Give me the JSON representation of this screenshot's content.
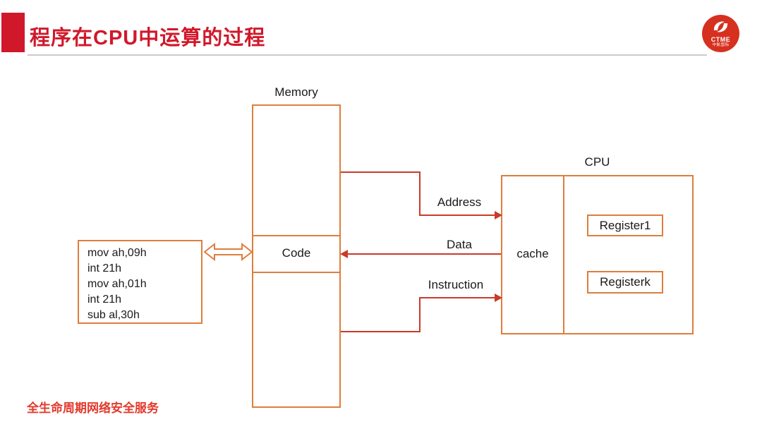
{
  "header": {
    "title": "程序在CPU中运算的过程",
    "logo": {
      "brand": "CTME",
      "subtext": "中航国际"
    }
  },
  "diagram": {
    "memory": {
      "label": "Memory",
      "code_label": "Code"
    },
    "program": {
      "lines": [
        "mov ah,09h",
        "int 21h",
        "mov ah,01h",
        "int 21h",
        "sub al,30h"
      ]
    },
    "cpu": {
      "label": "CPU",
      "cache_label": "cache",
      "registers": [
        "Register1",
        "Registerk"
      ]
    },
    "buses": [
      {
        "label": "Address",
        "from": "memory",
        "to": "cpu"
      },
      {
        "label": "Data",
        "from": "cpu",
        "to": "memory"
      },
      {
        "label": "Instruction",
        "from": "memory",
        "to": "cpu"
      }
    ]
  },
  "footer": {
    "slogan": "全生命周期网络安全服务"
  },
  "colors": {
    "title_red": "#d1182b",
    "box_orange": "#dd7e3c",
    "arrow_red": "#c93a2a",
    "logo_red": "#d6301f",
    "slogan_red": "#e23a2d",
    "divider_gray": "#cbcbcb",
    "text_black": "#1a1a1a"
  }
}
